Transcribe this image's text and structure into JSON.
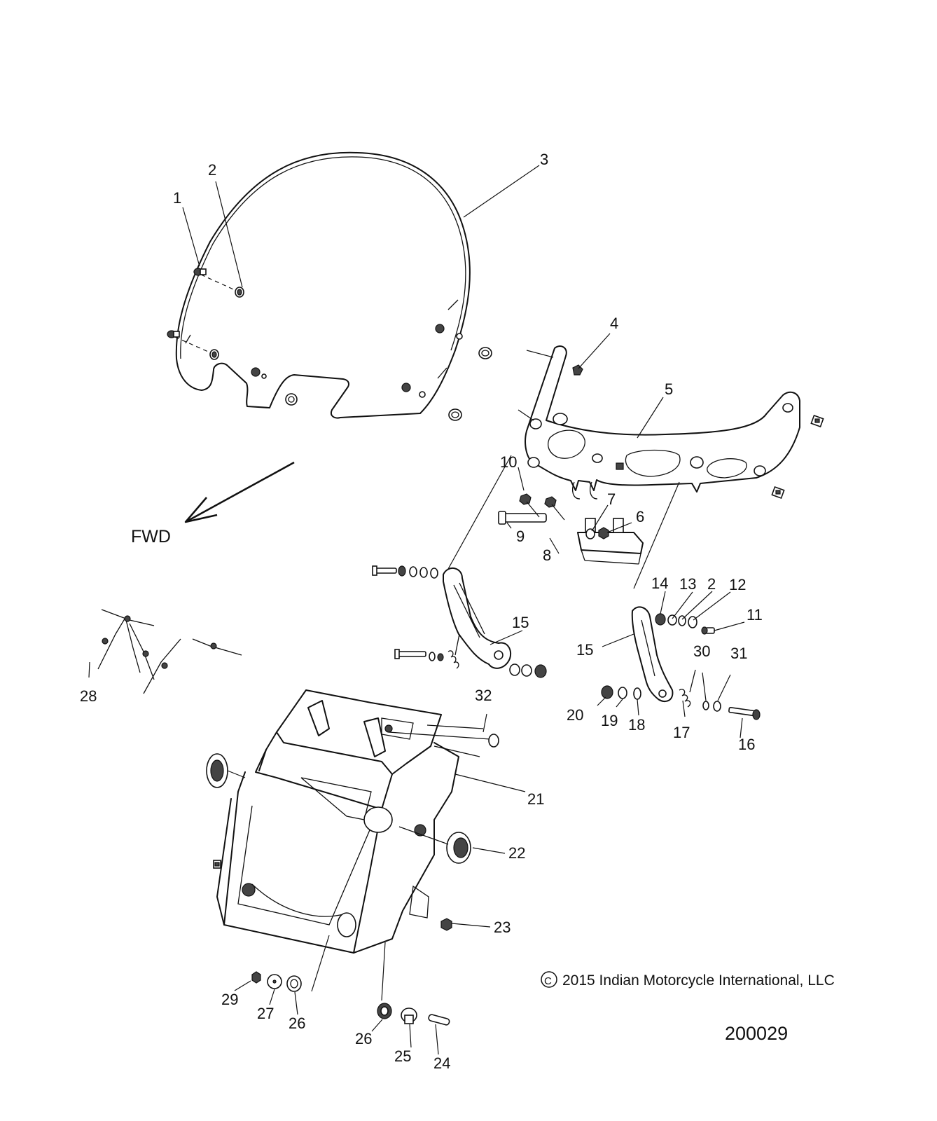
{
  "callouts": [
    {
      "id": "1",
      "text": "1"
    },
    {
      "id": "2a",
      "text": "2"
    },
    {
      "id": "3",
      "text": "3"
    },
    {
      "id": "4",
      "text": "4"
    },
    {
      "id": "5",
      "text": "5"
    },
    {
      "id": "6",
      "text": "6"
    },
    {
      "id": "7",
      "text": "7"
    },
    {
      "id": "8",
      "text": "8"
    },
    {
      "id": "9",
      "text": "9"
    },
    {
      "id": "10",
      "text": "10"
    },
    {
      "id": "11",
      "text": "11"
    },
    {
      "id": "12",
      "text": "12"
    },
    {
      "id": "2b",
      "text": "2"
    },
    {
      "id": "13",
      "text": "13"
    },
    {
      "id": "14",
      "text": "14"
    },
    {
      "id": "15a",
      "text": "15"
    },
    {
      "id": "15b",
      "text": "15"
    },
    {
      "id": "16",
      "text": "16"
    },
    {
      "id": "17",
      "text": "17"
    },
    {
      "id": "18",
      "text": "18"
    },
    {
      "id": "19",
      "text": "19"
    },
    {
      "id": "20",
      "text": "20"
    },
    {
      "id": "30",
      "text": "30"
    },
    {
      "id": "31",
      "text": "31"
    },
    {
      "id": "32",
      "text": "32"
    },
    {
      "id": "21",
      "text": "21"
    },
    {
      "id": "22",
      "text": "22"
    },
    {
      "id": "23",
      "text": "23"
    },
    {
      "id": "28",
      "text": "28"
    },
    {
      "id": "29",
      "text": "29"
    },
    {
      "id": "27",
      "text": "27"
    },
    {
      "id": "26a",
      "text": "26"
    },
    {
      "id": "26b",
      "text": "26"
    },
    {
      "id": "25",
      "text": "25"
    },
    {
      "id": "24",
      "text": "24"
    }
  ],
  "direction_label": "FWD",
  "copyright": {
    "symbol": "C",
    "text": "2015 Indian Motorcycle International, LLC"
  },
  "document_number": "200029"
}
